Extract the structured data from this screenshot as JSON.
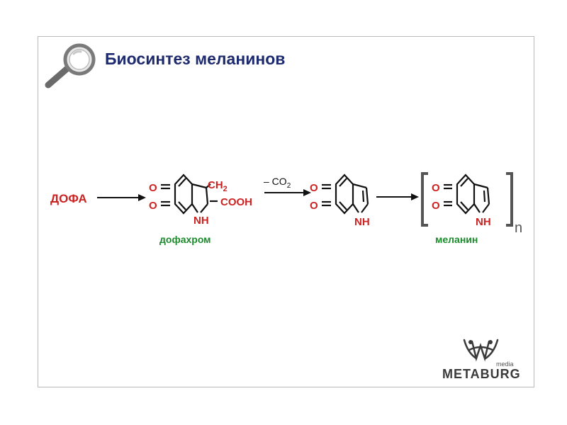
{
  "slide": {
    "title": "Биосинтез меланинов"
  },
  "labels": {
    "dopa": "ДОФА",
    "ch2": "CH",
    "ch2_sub": "2",
    "cooh": "COOH",
    "minus_co2": "– CO",
    "co2_sub": "2",
    "oxygen": "O",
    "nh": "NH",
    "dopachrome": "дофахром",
    "melanin": "меланин",
    "polymer_n": "n"
  },
  "logo": {
    "name": "METABURG",
    "sub": "media"
  },
  "colors": {
    "title": "#1e2a6e",
    "red": "#cc2222",
    "green": "#1a8a2a",
    "bond": "#111111",
    "bracket": "#555555"
  },
  "icons": [
    "magnifier-icon",
    "metaburg-logo-icon"
  ]
}
